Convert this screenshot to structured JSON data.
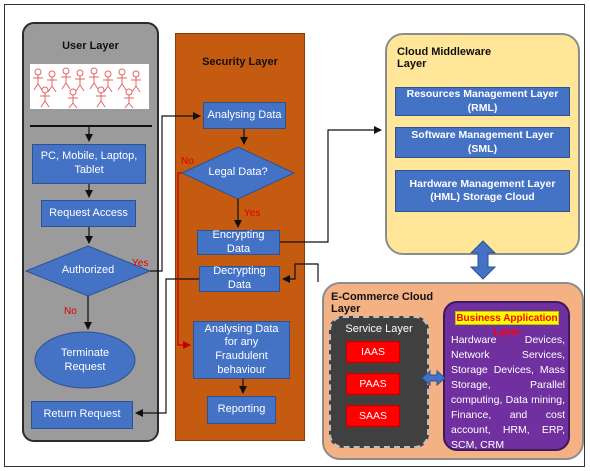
{
  "user_layer": {
    "title": "User Layer",
    "device_box": "PC, Mobile, Laptop, Tablet",
    "request_access": "Request Access",
    "authorized": "Authorized",
    "terminate": "Terminate Request",
    "return_request": "Return Request",
    "yes_label": "Yes",
    "no_label": "No"
  },
  "security_layer": {
    "title": "Security Layer",
    "analysing": "Analysing Data",
    "legal": "Legal Data?",
    "encrypting": "Encrypting Data",
    "decrypting": "Decrypting Data",
    "fraud": "Analysing Data for any Fraudulent behaviour",
    "reporting": "Reporting",
    "yes_label": "Yes",
    "no_label": "No"
  },
  "middleware": {
    "title": "Cloud Middleware Layer",
    "rml": "Resources Management Layer (RML)",
    "sml": "Software Management Layer (SML)",
    "hml": "Hardware Management Layer (HML) Storage Cloud"
  },
  "ecommerce": {
    "title": "E-Commerce Cloud Layer",
    "service_title": "Service Layer",
    "iaas": "IAAS",
    "paas": "PAAS",
    "saas": "SAAS",
    "business_title": "Business Application Layer",
    "business_body": "Hardware Devices, Network Services, Storage Devices, Mass Storage, Parallel computing, Data mining, Finance, and cost account, HRM, ERP, SCM, CRM"
  },
  "colors": {
    "blue_box": "#4472c4",
    "security": "#c55a11",
    "middleware": "#ffe699",
    "ecommerce": "#f4b183",
    "business": "#7030a0",
    "service": "#404040",
    "red": "#ff0000"
  }
}
